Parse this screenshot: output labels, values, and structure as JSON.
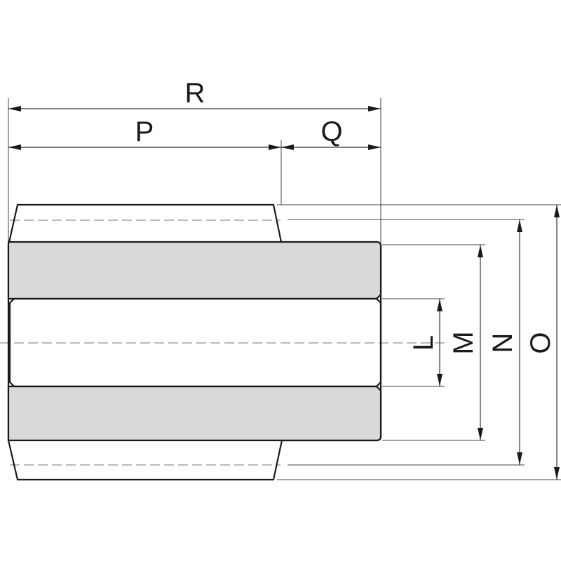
{
  "dimensions": {
    "R": "R",
    "P": "P",
    "Q": "Q",
    "L": "L",
    "M": "M",
    "N": "N",
    "O": "O"
  },
  "colors": {
    "section_fill": "#d9d9d9",
    "line": "#1a1a1a",
    "background": "#ffffff"
  }
}
